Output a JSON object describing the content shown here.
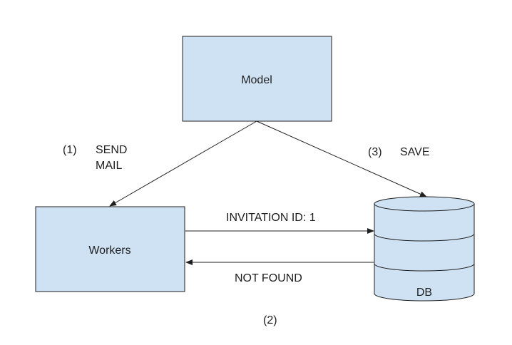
{
  "nodes": {
    "model": {
      "label": "Model"
    },
    "workers": {
      "label": "Workers"
    },
    "db": {
      "label": "DB"
    }
  },
  "edges": {
    "send_mail": {
      "step": "(1)",
      "label_line1": "SEND",
      "label_line2": "MAIL"
    },
    "save": {
      "step": "(3)",
      "label": "SAVE"
    },
    "invitation": {
      "label": "INVITATION ID: 1"
    },
    "not_found": {
      "label": "NOT FOUND"
    },
    "lookup_step": {
      "step": "(2)"
    }
  },
  "colors": {
    "box_fill": "#cfe2f3",
    "stroke": "#1f1f1f",
    "text": "#1f1f1f",
    "background": "#ffffff"
  }
}
